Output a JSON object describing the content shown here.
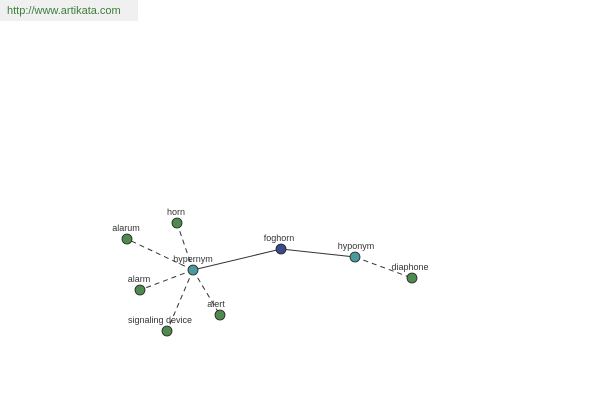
{
  "header": {
    "url": "http://www.artikata.com"
  },
  "colors": {
    "url_text": "#3c7d3c",
    "node_center": "#3a4a8a",
    "node_relation": "#4a9aa0",
    "node_leaf": "#4f8a4f",
    "edge": "#333333"
  },
  "graph": {
    "nodes": [
      {
        "id": "foghorn",
        "label": "foghorn",
        "kind": "center"
      },
      {
        "id": "hypernym",
        "label": "hypernym",
        "kind": "relation"
      },
      {
        "id": "hyponym",
        "label": "hyponym",
        "kind": "relation"
      },
      {
        "id": "horn",
        "label": "horn",
        "kind": "leaf"
      },
      {
        "id": "alarum",
        "label": "alarum",
        "kind": "leaf"
      },
      {
        "id": "alarm",
        "label": "alarm",
        "kind": "leaf"
      },
      {
        "id": "alert",
        "label": "alert",
        "kind": "leaf"
      },
      {
        "id": "signaling-device",
        "label": "signaling device",
        "kind": "leaf"
      },
      {
        "id": "diaphone",
        "label": "diaphone",
        "kind": "leaf"
      }
    ],
    "edges": [
      {
        "from": "foghorn",
        "to": "hypernym",
        "style": "solid"
      },
      {
        "from": "foghorn",
        "to": "hyponym",
        "style": "solid"
      },
      {
        "from": "hypernym",
        "to": "horn",
        "style": "dashed"
      },
      {
        "from": "hypernym",
        "to": "alarum",
        "style": "dashed"
      },
      {
        "from": "hypernym",
        "to": "alarm",
        "style": "dashed"
      },
      {
        "from": "hypernym",
        "to": "alert",
        "style": "dashed"
      },
      {
        "from": "hypernym",
        "to": "signaling-device",
        "style": "dashed"
      },
      {
        "from": "hyponym",
        "to": "diaphone",
        "style": "dashed"
      }
    ]
  }
}
